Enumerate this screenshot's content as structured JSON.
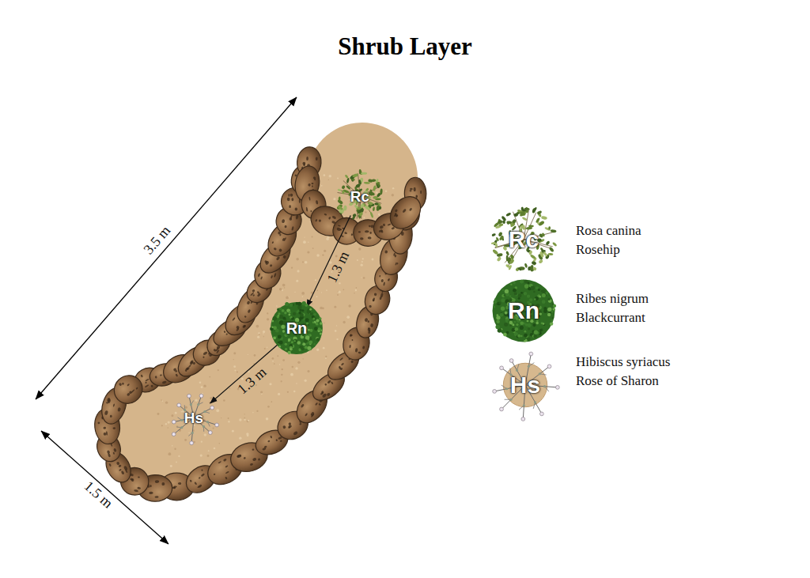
{
  "diagram": {
    "title": "Shrub Layer",
    "nodes": [
      {
        "text": [
          "Rc"
        ]
      },
      {
        "text": [
          "Rn"
        ]
      },
      {
        "text": [
          "Hs"
        ]
      },
      {
        "text": [
          "Rc"
        ]
      },
      {
        "text": [
          "Rn"
        ]
      },
      {
        "text": [
          "Hs"
        ]
      }
    ],
    "edges": [
      {
        "from": 0,
        "to": 1,
        "label": "1.3 m",
        "arrow": "to"
      },
      {
        "from": 1,
        "to": 2,
        "label": "1.3 m",
        "arrow": "to"
      }
    ],
    "labels": [
      "3.5 m",
      "1.5 m"
    ],
    "legend": [
      {
        "text": "Rosa canina Rosehip"
      },
      {
        "text": "Ribes nigrum Blackcurrant"
      },
      {
        "text": "Hibiscus syriacus Rose of Sharon"
      }
    ]
  }
}
